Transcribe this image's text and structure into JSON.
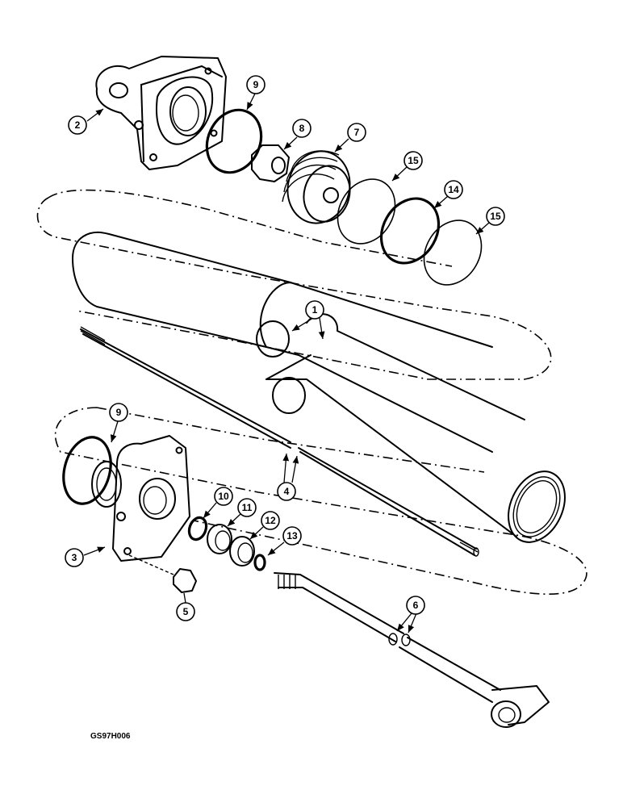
{
  "diagram": {
    "figure_code": "GS97H006",
    "callouts": [
      "1",
      "2",
      "3",
      "4",
      "5",
      "6",
      "7",
      "8",
      "9",
      "9",
      "10",
      "11",
      "12",
      "13",
      "14",
      "15",
      "15"
    ]
  }
}
